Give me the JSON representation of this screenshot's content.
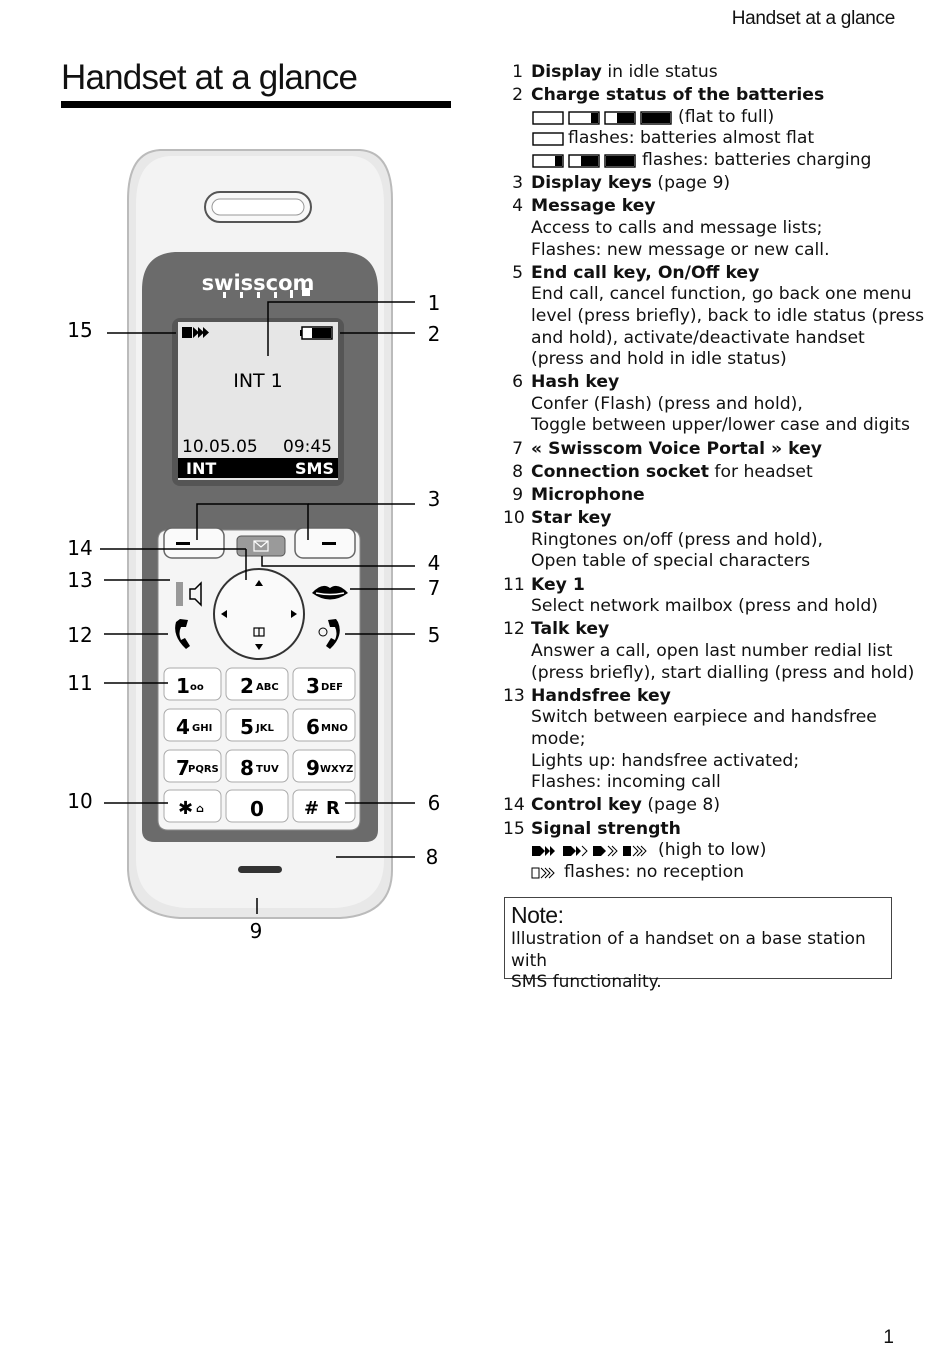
{
  "header": {
    "running_head": "Handset at a glance"
  },
  "title": "Handset at a glance",
  "page_number": "1",
  "phone": {
    "brand": "swisscom",
    "display_text": "INT 1",
    "date": "10.05.05",
    "time": "09:45",
    "soft_left": "INT",
    "soft_right": "SMS",
    "keys": [
      {
        "digit": "1",
        "sub": "oo"
      },
      {
        "digit": "2",
        "sub": "ABC"
      },
      {
        "digit": "3",
        "sub": "DEF"
      },
      {
        "digit": "4",
        "sub": "GHI"
      },
      {
        "digit": "5",
        "sub": "JKL"
      },
      {
        "digit": "6",
        "sub": "MNO"
      },
      {
        "digit": "7",
        "sub": "PQRS"
      },
      {
        "digit": "8",
        "sub": "TUV"
      },
      {
        "digit": "9",
        "sub": "WXYZ"
      },
      {
        "digit": "✱",
        "sub": "⌂"
      },
      {
        "digit": "0",
        "sub": ""
      },
      {
        "digit": "#",
        "sub": "R"
      }
    ],
    "callouts": {
      "c1": "1",
      "c2": "2",
      "c3": "3",
      "c4": "4",
      "c5": "5",
      "c6": "6",
      "c7": "7",
      "c8": "8",
      "c9": "9",
      "c10": "10",
      "c11": "11",
      "c12": "12",
      "c13": "13",
      "c14": "14",
      "c15": "15"
    }
  },
  "legend": [
    {
      "num": "1",
      "bold": "Display",
      "rest": " in idle status",
      "lines": []
    },
    {
      "num": "2",
      "bold": "Charge status of the batteries",
      "rest": "",
      "lines": [
        "(flat to full)",
        "flashes: batteries almost flat",
        "flashes: batteries charging"
      ]
    },
    {
      "num": "3",
      "bold": "Display keys",
      "rest": " (page 9)",
      "lines": []
    },
    {
      "num": "4",
      "bold": "Message key",
      "rest": "",
      "lines": [
        "Access to calls and message lists;",
        "Flashes: new message or new call."
      ]
    },
    {
      "num": "5",
      "bold": "End call key, On/Off key",
      "rest": "",
      "lines": [
        "End call, cancel function, go back one menu",
        "level (press briefly), back to idle status (press",
        "and hold), activate/deactivate handset",
        "(press and hold in idle status)"
      ]
    },
    {
      "num": "6",
      "bold": "Hash key",
      "rest": "",
      "lines": [
        "Confer (Flash) (press and hold),",
        "Toggle between upper/lower case and digits"
      ]
    },
    {
      "num": "7",
      "bold": "« Swisscom Voice Portal » key",
      "rest": "",
      "lines": []
    },
    {
      "num": "8",
      "bold": "Connection socket",
      "rest": " for headset",
      "lines": []
    },
    {
      "num": "9",
      "bold": "Microphone",
      "rest": "",
      "lines": []
    },
    {
      "num": "10",
      "bold": "Star key",
      "rest": "",
      "lines": [
        "Ringtones on/off (press and hold),",
        "Open table of special characters"
      ]
    },
    {
      "num": "11",
      "bold": "Key 1",
      "rest": "",
      "lines": [
        "Select network mailbox (press and hold)"
      ]
    },
    {
      "num": "12",
      "bold": "Talk key",
      "rest": "",
      "lines": [
        "Answer a call, open last number redial list",
        "(press briefly), start dialling (press and hold)"
      ]
    },
    {
      "num": "13",
      "bold": "Handsfree key",
      "rest": "",
      "lines": [
        "Switch between earpiece and handsfree",
        "mode;",
        "Lights up: handsfree activated;",
        "Flashes: incoming call"
      ]
    },
    {
      "num": "14",
      "bold": "Control key",
      "rest": " (page 8)",
      "lines": []
    },
    {
      "num": "15",
      "bold": "Signal strength",
      "rest": "",
      "lines": [
        "(high to low)",
        "flashes: no reception"
      ]
    }
  ],
  "note": {
    "title": "Note:",
    "text_line1": "Illustration of a handset on a base station with",
    "text_line2": "SMS functionality."
  }
}
